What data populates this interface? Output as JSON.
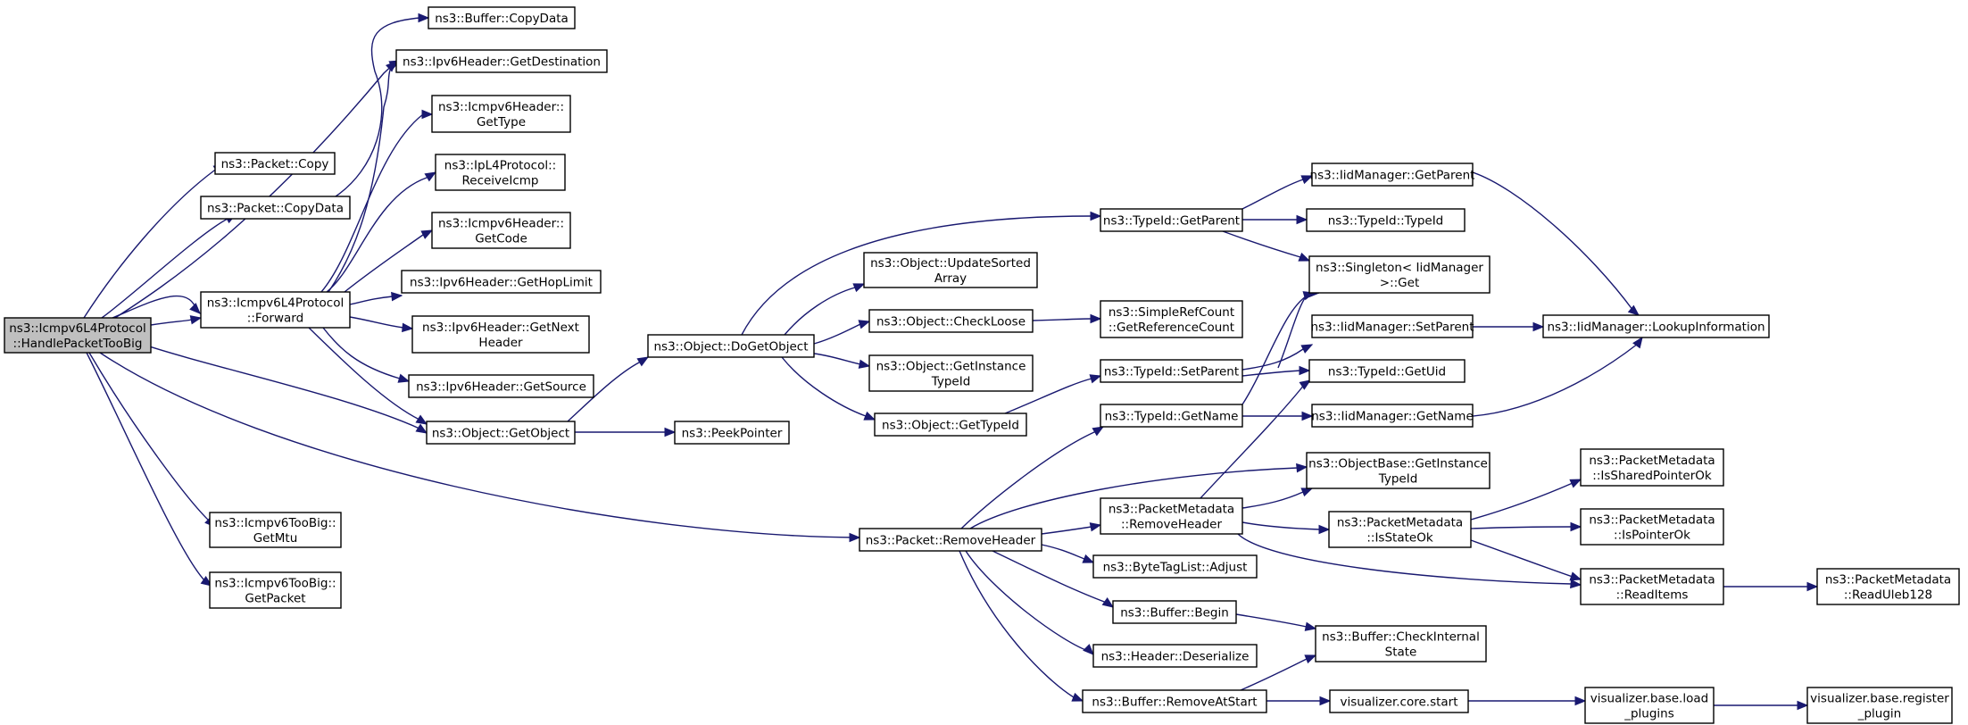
{
  "nodes": [
    {
      "id": "root",
      "lines": [
        "ns3::Icmpv6L4Protocol",
        "::HandlePacketTooBig"
      ],
      "root": true
    },
    {
      "id": "buffer_copydata",
      "lines": [
        "ns3::Buffer::CopyData"
      ]
    },
    {
      "id": "ipv6_getdest",
      "lines": [
        "ns3::Ipv6Header::GetDestination"
      ]
    },
    {
      "id": "icmpv6_gettype",
      "lines": [
        "ns3::Icmpv6Header::",
        "GetType"
      ]
    },
    {
      "id": "ipl4_receiveicmp",
      "lines": [
        "ns3::IpL4Protocol::",
        "ReceiveIcmp"
      ]
    },
    {
      "id": "icmpv6_getcode",
      "lines": [
        "ns3::Icmpv6Header::",
        "GetCode"
      ]
    },
    {
      "id": "ipv6_gethoplimit",
      "lines": [
        "ns3::Ipv6Header::GetHopLimit"
      ]
    },
    {
      "id": "ipv6_getnext",
      "lines": [
        "ns3::Ipv6Header::GetNext",
        "Header"
      ]
    },
    {
      "id": "ipv6_getsource",
      "lines": [
        "ns3::Ipv6Header::GetSource"
      ]
    },
    {
      "id": "packet_copy",
      "lines": [
        "ns3::Packet::Copy"
      ]
    },
    {
      "id": "packet_copydata",
      "lines": [
        "ns3::Packet::CopyData"
      ]
    },
    {
      "id": "forward",
      "lines": [
        "ns3::Icmpv6L4Protocol",
        "::Forward"
      ]
    },
    {
      "id": "object_getobject",
      "lines": [
        "ns3::Object::GetObject"
      ]
    },
    {
      "id": "peekpointer",
      "lines": [
        "ns3::PeekPointer"
      ]
    },
    {
      "id": "toobig_getmtu",
      "lines": [
        "ns3::Icmpv6TooBig::",
        "GetMtu"
      ]
    },
    {
      "id": "toobig_getpacket",
      "lines": [
        "ns3::Icmpv6TooBig::",
        "GetPacket"
      ]
    },
    {
      "id": "object_dogetobject",
      "lines": [
        "ns3::Object::DoGetObject"
      ]
    },
    {
      "id": "object_updatesorted",
      "lines": [
        "ns3::Object::UpdateSorted",
        "Array"
      ]
    },
    {
      "id": "object_checkloose",
      "lines": [
        "ns3::Object::CheckLoose"
      ]
    },
    {
      "id": "object_getinstancetypeid",
      "lines": [
        "ns3::Object::GetInstance",
        "TypeId"
      ]
    },
    {
      "id": "object_gettypeid",
      "lines": [
        "ns3::Object::GetTypeId"
      ]
    },
    {
      "id": "simplerefcount",
      "lines": [
        "ns3::SimpleRefCount",
        "::GetReferenceCount"
      ]
    },
    {
      "id": "typeid_getparent",
      "lines": [
        "ns3::TypeId::GetParent"
      ]
    },
    {
      "id": "typeid_setparent",
      "lines": [
        "ns3::TypeId::SetParent"
      ]
    },
    {
      "id": "typeid_getname",
      "lines": [
        "ns3::TypeId::GetName"
      ]
    },
    {
      "id": "iid_getparent",
      "lines": [
        "ns3::IidManager::GetParent"
      ]
    },
    {
      "id": "typeid_typeid",
      "lines": [
        "ns3::TypeId::TypeId"
      ]
    },
    {
      "id": "singleton_get",
      "lines": [
        "ns3::Singleton< IidManager",
        ">::Get"
      ]
    },
    {
      "id": "iid_setparent",
      "lines": [
        "ns3::IidManager::SetParent"
      ]
    },
    {
      "id": "typeid_getuid",
      "lines": [
        "ns3::TypeId::GetUid"
      ]
    },
    {
      "id": "iid_getname",
      "lines": [
        "ns3::IidManager::GetName"
      ]
    },
    {
      "id": "iid_lookupinfo",
      "lines": [
        "ns3::IidManager::LookupInformation"
      ]
    },
    {
      "id": "packet_removeheader",
      "lines": [
        "ns3::Packet::RemoveHeader"
      ]
    },
    {
      "id": "objectbase_getinstancetypeid",
      "lines": [
        "ns3::ObjectBase::GetInstance",
        "TypeId"
      ]
    },
    {
      "id": "pm_removeheader",
      "lines": [
        "ns3::PacketMetadata",
        "::RemoveHeader"
      ]
    },
    {
      "id": "pm_isstateok",
      "lines": [
        "ns3::PacketMetadata",
        "::IsStateOk"
      ]
    },
    {
      "id": "pm_issharedpointerok",
      "lines": [
        "ns3::PacketMetadata",
        "::IsSharedPointerOk"
      ]
    },
    {
      "id": "pm_ispointerok",
      "lines": [
        "ns3::PacketMetadata",
        "::IsPointerOk"
      ]
    },
    {
      "id": "pm_readitems",
      "lines": [
        "ns3::PacketMetadata",
        "::ReadItems"
      ]
    },
    {
      "id": "pm_readuleb128",
      "lines": [
        "ns3::PacketMetadata",
        "::ReadUleb128"
      ]
    },
    {
      "id": "bytetaglist_adjust",
      "lines": [
        "ns3::ByteTagList::Adjust"
      ]
    },
    {
      "id": "buffer_begin",
      "lines": [
        "ns3::Buffer::Begin"
      ]
    },
    {
      "id": "buffer_checkinternal",
      "lines": [
        "ns3::Buffer::CheckInternal",
        "State"
      ]
    },
    {
      "id": "header_deserialize",
      "lines": [
        "ns3::Header::Deserialize"
      ]
    },
    {
      "id": "buffer_removeatstart",
      "lines": [
        "ns3::Buffer::RemoveAtStart"
      ]
    },
    {
      "id": "vis_core_start",
      "lines": [
        "visualizer.core.start"
      ]
    },
    {
      "id": "vis_load_plugins",
      "lines": [
        "visualizer.base.load",
        "_plugins"
      ]
    },
    {
      "id": "vis_register_plugin",
      "lines": [
        "visualizer.base.register",
        "_plugin"
      ]
    }
  ]
}
